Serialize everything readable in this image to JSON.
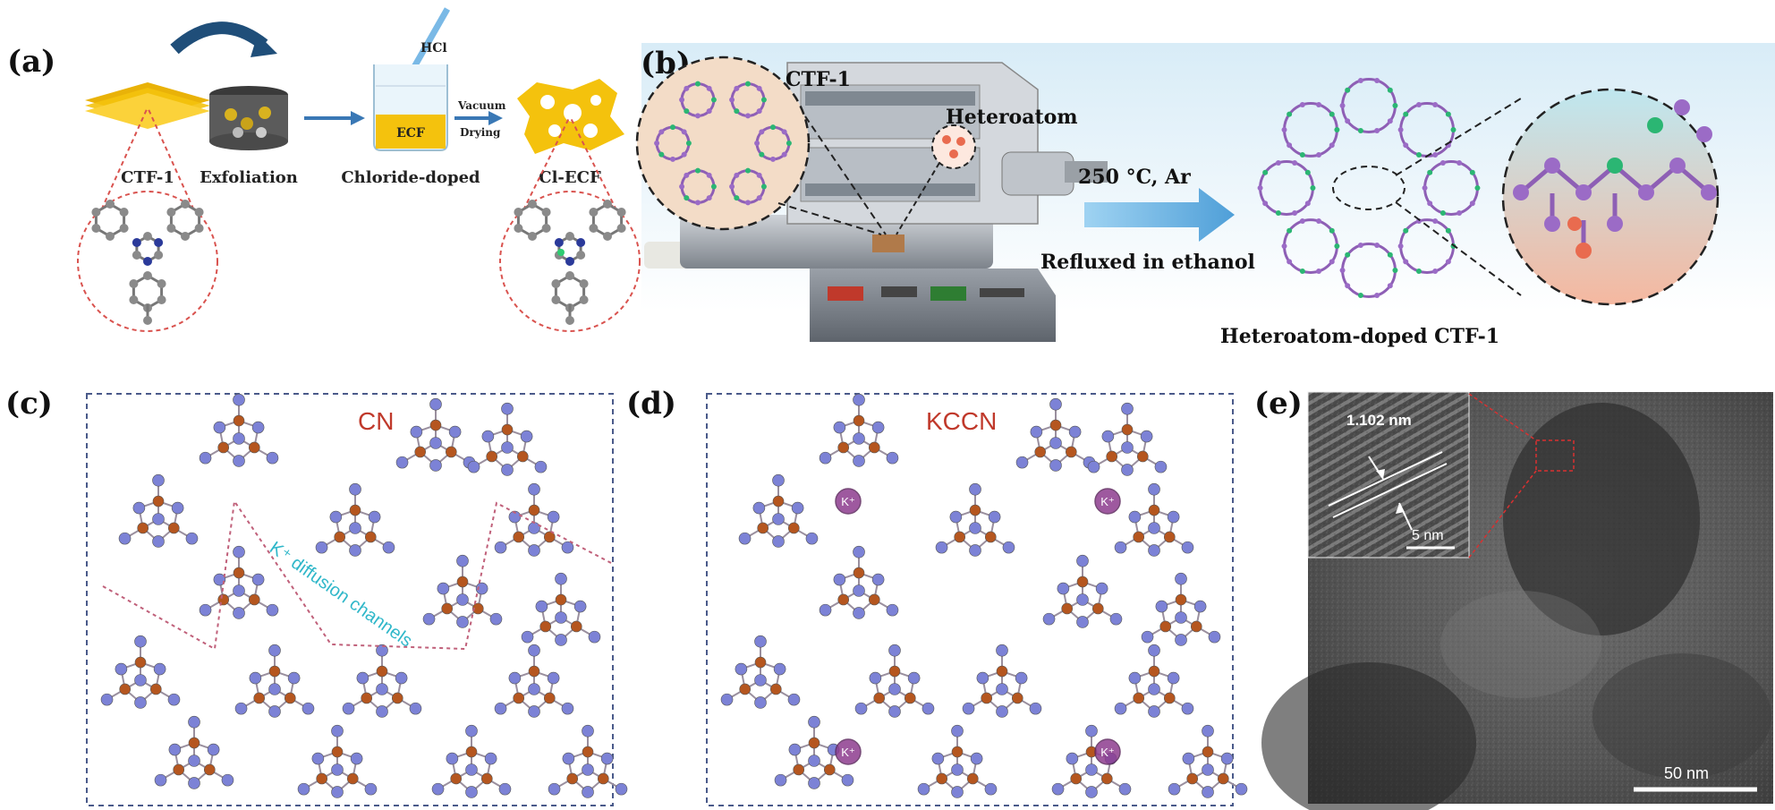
{
  "panel_a": {
    "label": "(a)",
    "ctf1": "CTF-1",
    "exfoliation": "Exfoliation",
    "hcl": "HCl",
    "beaker_text": "ECF",
    "vacuum": "Vacuum",
    "drying": "Drying",
    "chloride_doped": "Chloride-doped",
    "cl_ecf": "Cl-ECF"
  },
  "panel_b": {
    "label": "(b)",
    "ctf1": "CTF-1",
    "heteroatom": "Heteroatom",
    "temperature": "250 °C,  Ar",
    "refluxed": "Refluxed in ethanol",
    "product": "Heteroatom-doped CTF-1"
  },
  "panel_c": {
    "label": "(c)",
    "title": "CN",
    "channel_label": "K⁺ diffusion channels"
  },
  "panel_d": {
    "label": "(d)",
    "title": "KCCN",
    "ion": "K⁺"
  },
  "panel_e": {
    "label": "(e)",
    "lattice_spacing": "1.102 nm",
    "inset_scale": "5 nm",
    "scale": "50 nm"
  },
  "colors": {
    "carbon": "#b5561f",
    "nitrogen": "#7c82d6",
    "potassium": "#8e3d8f",
    "title_red": "#c0392b",
    "channel_cyan": "#2fb7c9",
    "ctf_gold": "#f4c20d",
    "dashed_red": "#d9534f",
    "arrow_blue": "#4f9fd8"
  }
}
